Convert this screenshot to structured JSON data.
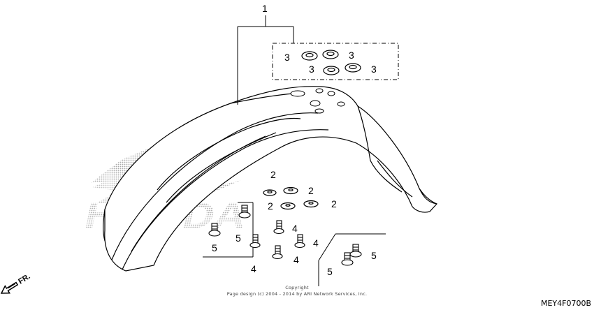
{
  "diagram": {
    "callouts": {
      "fender": "1",
      "nuts": [
        "3",
        "3",
        "3",
        "3"
      ],
      "washers": [
        "2",
        "2",
        "2",
        "2"
      ],
      "bolts_5": [
        "5",
        "5",
        "5",
        "5"
      ],
      "bolts_4": [
        "4",
        "4",
        "4",
        "4"
      ]
    },
    "brand_watermark": "HONDA",
    "direction_label": "FR."
  },
  "footer": {
    "copyright_title": "Copyright",
    "copyright_line": "Page design (c) 2004 - 2014 by ARI Network Services, Inc.",
    "diagram_code": "MEY4F0700B"
  },
  "colors": {
    "line": "#000000",
    "watermark": "#b8b8b8",
    "background": "#ffffff"
  }
}
